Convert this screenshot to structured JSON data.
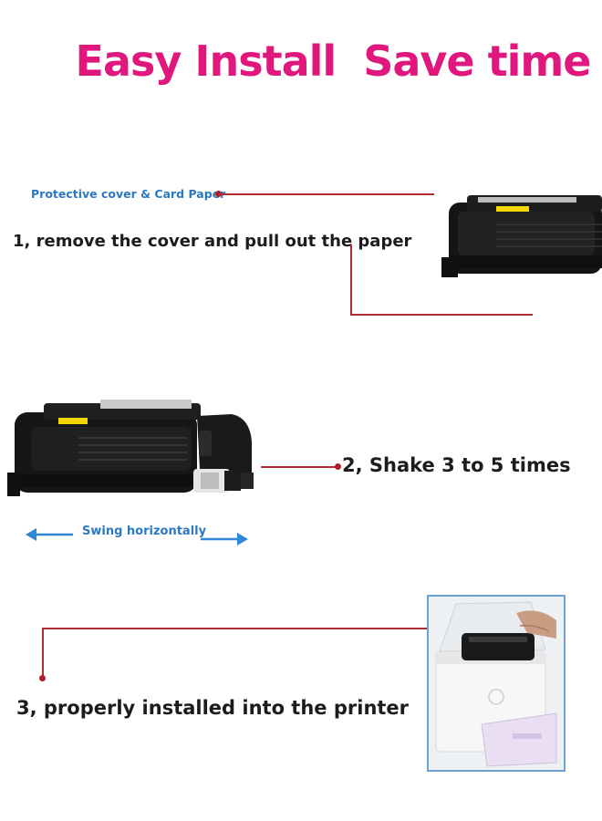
{
  "header": {
    "title": "Easy Install  Save time"
  },
  "step1": {
    "callout": "Protective cover & Card Paper",
    "text": "1, remove the cover and pull out the paper"
  },
  "step2": {
    "text": "2, Shake 3 to 5 times",
    "motion_label": "Swing horizontally"
  },
  "step3": {
    "text": "3, properly installed into the printer"
  },
  "colors": {
    "title": "#e0177d",
    "callout": "#2d78c2",
    "leader_line": "#b32a33",
    "arrow": "#2f87d6"
  }
}
